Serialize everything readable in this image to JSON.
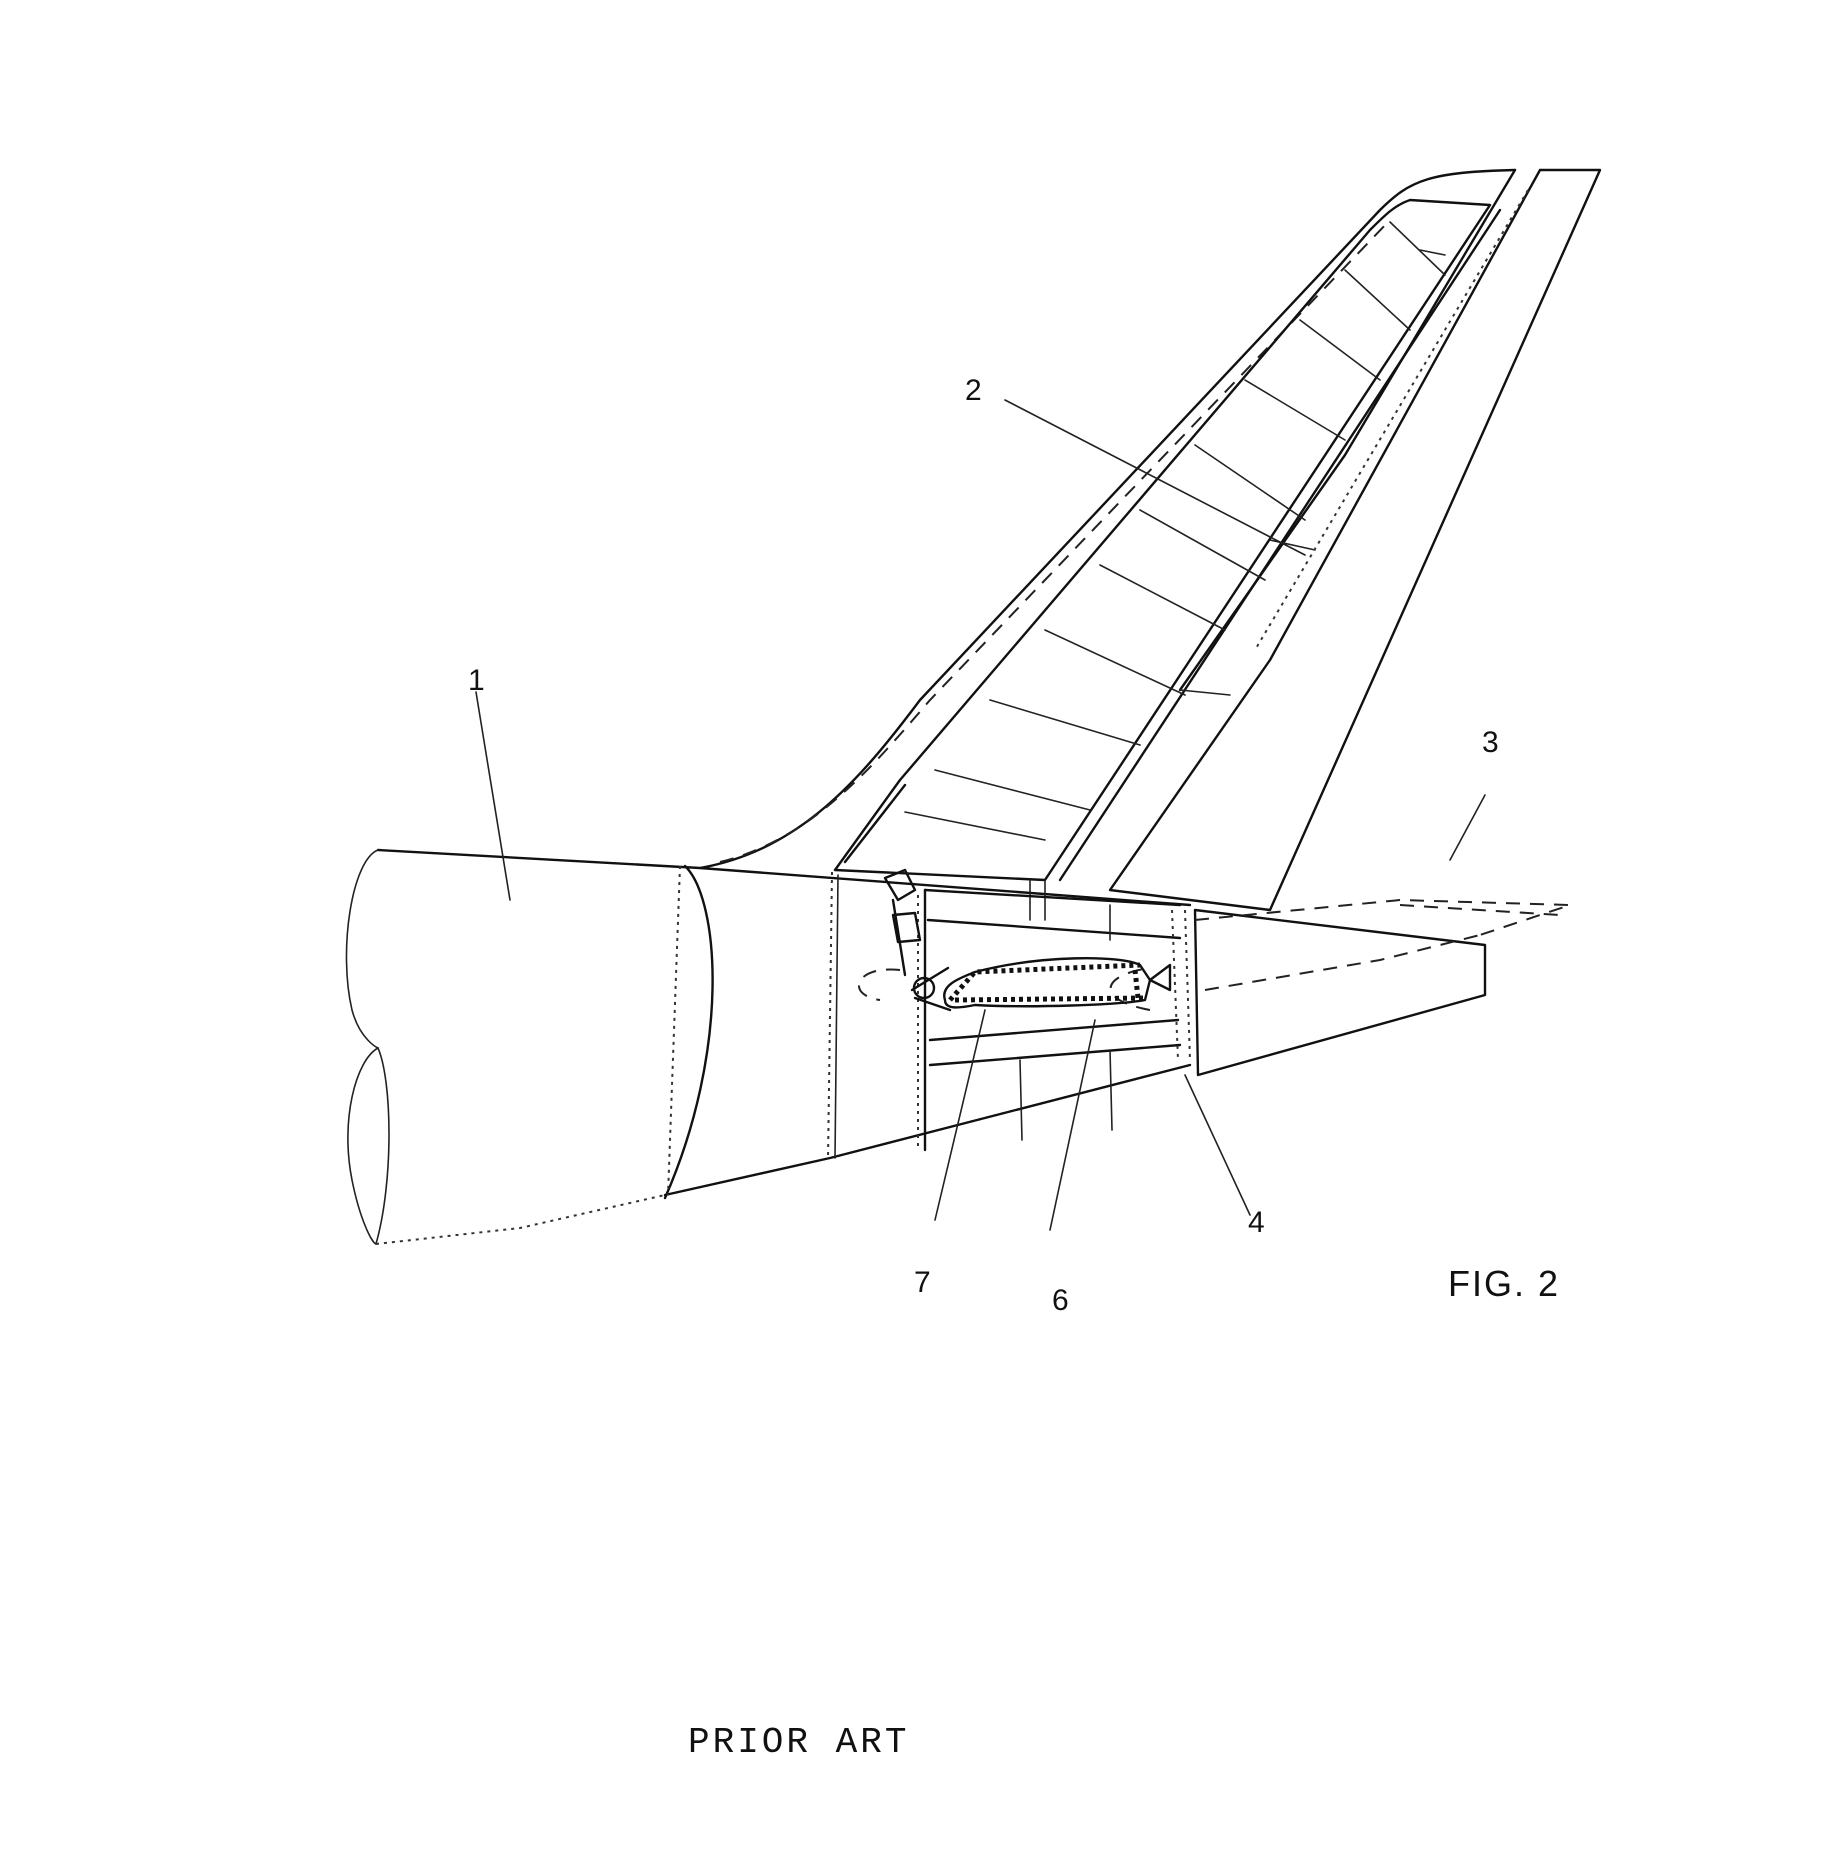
{
  "figure": {
    "caption": "FIG. 2",
    "footer": "PRIOR ART"
  },
  "reference_numerals": [
    {
      "id": "1",
      "label": "1",
      "part": "fuselage"
    },
    {
      "id": "2",
      "label": "2",
      "part": "vertical-stabilizer"
    },
    {
      "id": "3",
      "label": "3",
      "part": "horizontal-stabilizer"
    },
    {
      "id": "4",
      "label": "4",
      "part": "rear-frame"
    },
    {
      "id": "6",
      "label": "6",
      "part": "fitting"
    },
    {
      "id": "7",
      "label": "7",
      "part": "beam"
    }
  ]
}
